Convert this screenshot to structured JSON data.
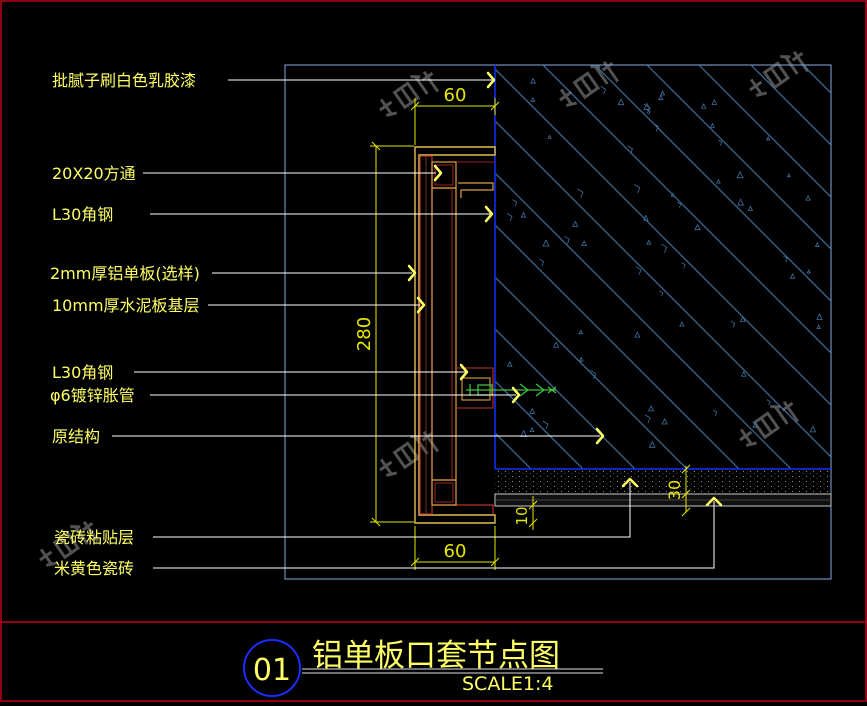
{
  "colors": {
    "background": "#000000",
    "frame": "#c0001a",
    "leader": "#ffffff",
    "label": "#ffff66",
    "dimension": "#e6e600",
    "wall_border": "#1030ff",
    "concrete_hatch": "#4a7db0",
    "panel_outline": "#c0302a",
    "board": "#e0c050",
    "tube": "#d8a040",
    "anchor": "#40c040",
    "watermark": "#7a7a7a",
    "title_circle": "#1a2cff"
  },
  "labels": [
    "批腻子刷白色乳胶漆",
    "20X20方通",
    "L30角钢",
    "2mm厚铝单板(选样)",
    "10mm厚水泥板基层",
    "L30角钢",
    "φ6镀锌胀管",
    "原结构",
    "瓷砖粘贴层",
    "米黄色瓷砖"
  ],
  "dimensions": {
    "top_width": "60",
    "height": "280",
    "bottom_width": "60",
    "tile_thickness": "30",
    "adhesive_thickness": "10"
  },
  "title": {
    "number": "01",
    "name": "铝单板口套节点图",
    "scale": "SCALE1:4"
  },
  "watermark": {
    "text": "知末",
    "icon": "watermark-logo-icon"
  }
}
